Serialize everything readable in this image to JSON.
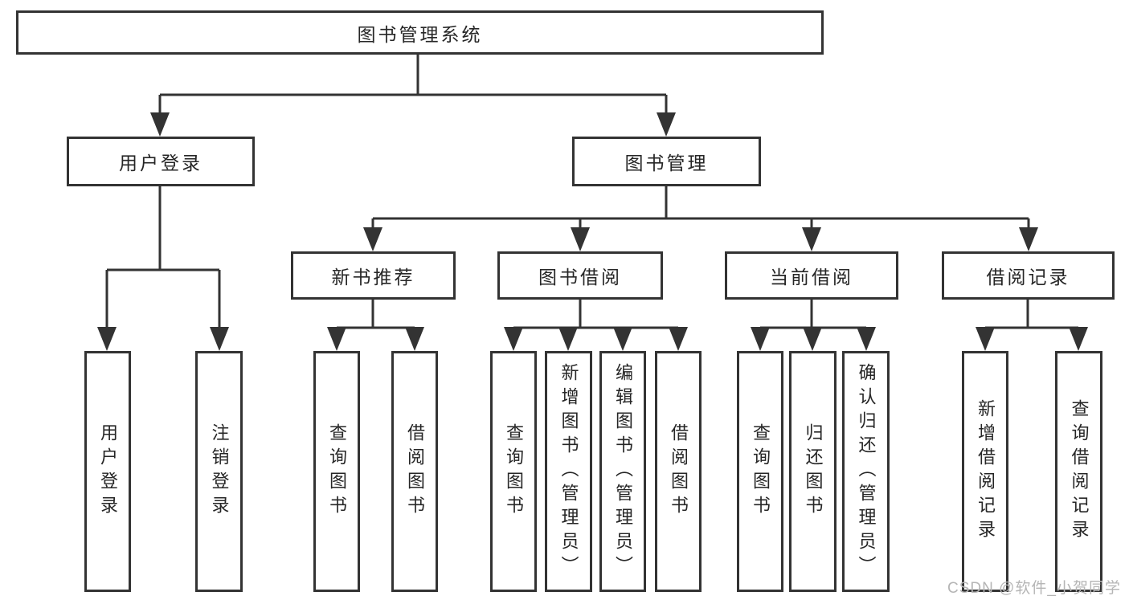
{
  "tree": {
    "label": "图书管理系统",
    "children": [
      {
        "label": "用户登录",
        "children": [
          {
            "label": "用户登录"
          },
          {
            "label": "注销登录"
          }
        ]
      },
      {
        "label": "图书管理",
        "children": [
          {
            "label": "新书推荐",
            "children": [
              {
                "label": "查询图书"
              },
              {
                "label": "借阅图书"
              }
            ]
          },
          {
            "label": "图书借阅",
            "children": [
              {
                "label": "查询图书"
              },
              {
                "label": "新增图书（管理员）"
              },
              {
                "label": "编辑图书（管理员）"
              },
              {
                "label": "借阅图书"
              }
            ]
          },
          {
            "label": "当前借阅",
            "children": [
              {
                "label": "查询图书"
              },
              {
                "label": "归还图书"
              },
              {
                "label": "确认归还（管理员）"
              }
            ]
          },
          {
            "label": "借阅记录",
            "children": [
              {
                "label": "新增借阅记录"
              },
              {
                "label": "查询借阅记录"
              }
            ]
          }
        ]
      }
    ]
  },
  "watermark": "CSDN @软件_小贺同学",
  "colors": {
    "line": "#333333",
    "text": "#262626",
    "watermark": "#b5b5b5",
    "background": "#ffffff"
  }
}
